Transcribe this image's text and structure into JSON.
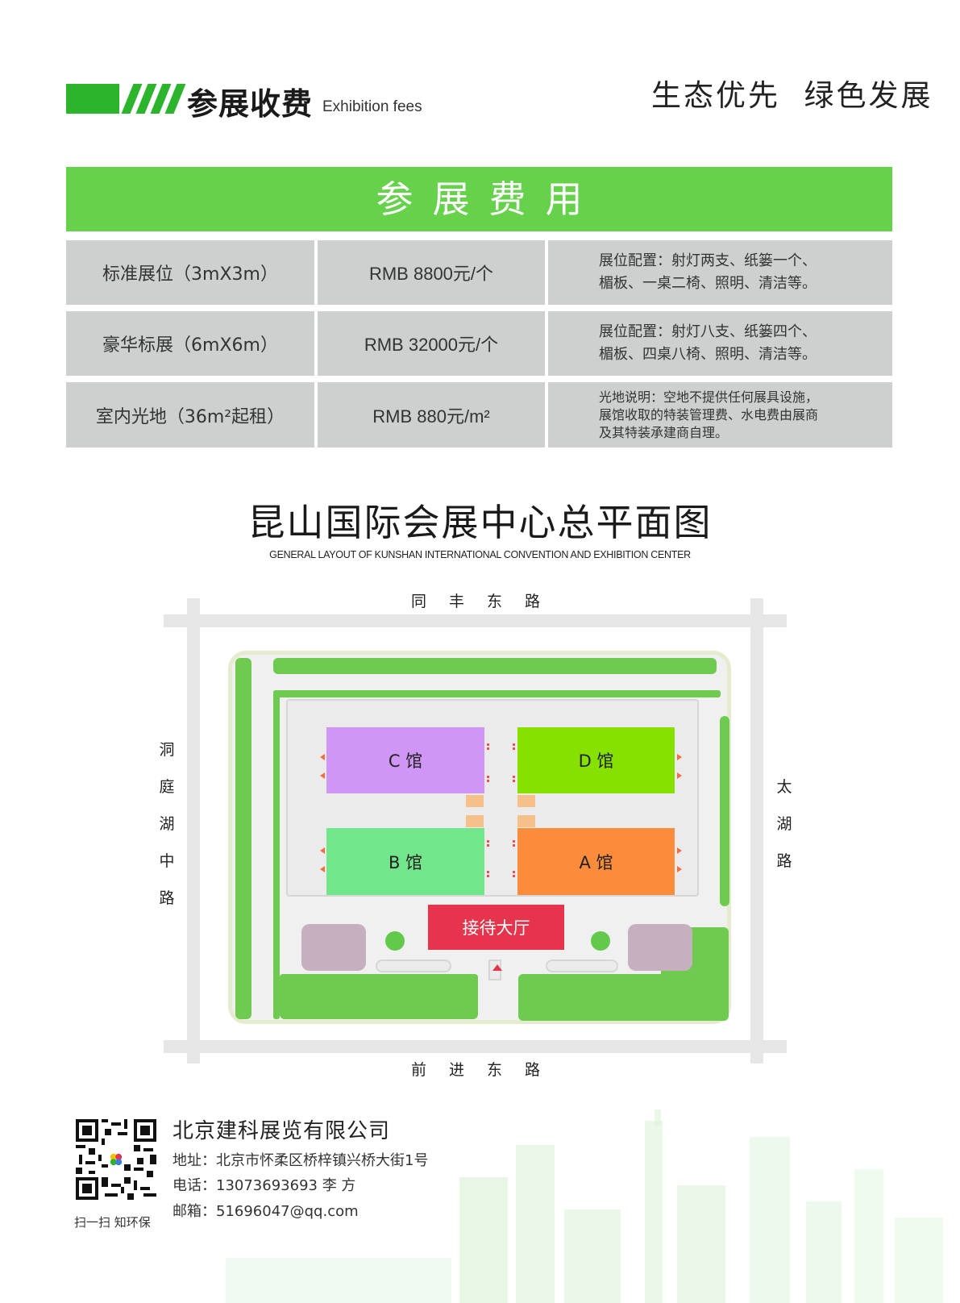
{
  "header": {
    "title": "参展收费",
    "subtitle": "Exhibition fees",
    "slogan": "生态优先  绿色发展",
    "accent_color": "#2cb52c"
  },
  "fees": {
    "heading": "参展费用",
    "rows": [
      {
        "type": "标准展位（3mX3m）",
        "price": "RMB 8800元/个",
        "desc": "展位配置：射灯两支、纸篓一个、\n楣板、一桌二椅、照明、清洁等。"
      },
      {
        "type": "豪华标展（6mX6m）",
        "price": "RMB 32000元/个",
        "desc": "展位配置：射灯八支、纸篓四个、\n楣板、四桌八椅、照明、清洁等。"
      },
      {
        "type": "室内光地（36m²起租）",
        "price": "RMB 880元/m²",
        "desc": "光地说明：空地不提供任何展具设施，\n展馆收取的特装管理费、水电费由展商\n及其特装承建商自理。"
      }
    ]
  },
  "map": {
    "title": "昆山国际会展中心总平面图",
    "subtitle": "GENERAL LAYOUT OF KUNSHAN INTERNATIONAL CONVENTION AND EXHIBITION CENTER",
    "roads": {
      "north": "同丰东路",
      "south": "前进东路",
      "west": "洞庭湖中路",
      "east": "太湖路"
    },
    "halls": {
      "c": "C 馆",
      "d": "D 馆",
      "b": "B 馆",
      "a": "A 馆"
    },
    "lobby": "接待大厅",
    "colors": {
      "hall_c": "#cf96f5",
      "hall_d": "#86e000",
      "hall_b": "#72e68a",
      "hall_a": "#fb8c3b",
      "lobby": "#e5344b",
      "green": "#6fcb50"
    }
  },
  "footer": {
    "company": "北京建科展览有限公司",
    "address": "地址：北京市怀柔区桥梓镇兴桥大街1号",
    "phone": "电话：13073693693  李  方",
    "email": "邮箱：51696047@qq.com",
    "qr_caption": "扫一扫 知环保"
  }
}
